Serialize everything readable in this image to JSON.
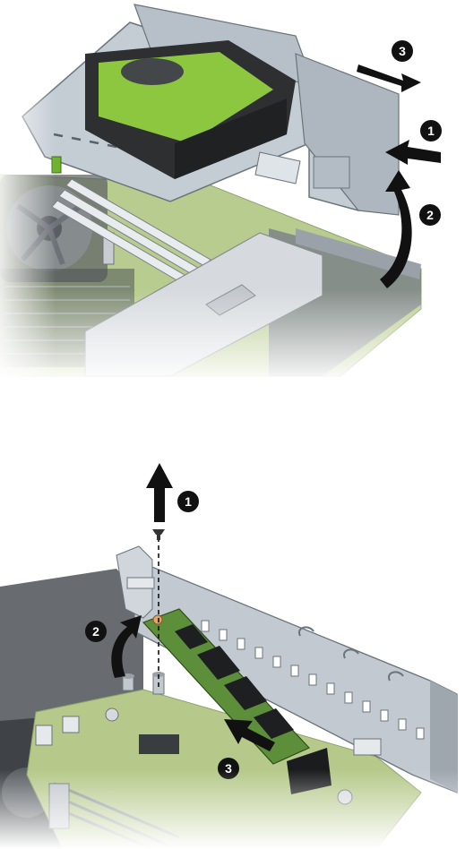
{
  "diagram": {
    "top_figure": {
      "steps": [
        {
          "label": "1"
        },
        {
          "label": "2"
        },
        {
          "label": "3"
        }
      ]
    },
    "bottom_figure": {
      "steps": [
        {
          "label": "1"
        },
        {
          "label": "2"
        },
        {
          "label": "3"
        }
      ]
    }
  },
  "colors": {
    "board_green": "#b6c98a",
    "drive_green": "#8dc63f",
    "ssd_green": "#5d8f3a",
    "metal_gray": "#c5ccd3",
    "dark_gray": "#3b3b3b",
    "callout_black": "#111111"
  }
}
